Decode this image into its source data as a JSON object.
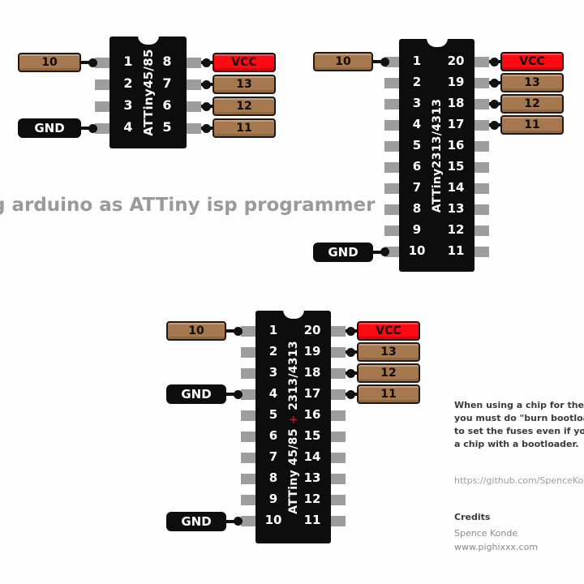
{
  "title": {
    "text": "g arduino as ATTiny isp programmer"
  },
  "colors": {
    "chip_body": "#0d0d0d",
    "pin_leg": "#9d9d9d",
    "connector_tan": "#a6784f",
    "connector_vcc": "#fa0a12",
    "connector_gnd": "#0d0d0d",
    "wire": "#111111",
    "title_text": "#9a9a9a",
    "background": "#fdfdfd"
  },
  "chips": [
    {
      "id": "attiny45-85",
      "label": "ATTiny45/85",
      "label_plus": "",
      "label_suffix": "",
      "pin_count": 8,
      "left_pins": [
        "1",
        "2",
        "3",
        "4"
      ],
      "right_pins": [
        "8",
        "7",
        "6",
        "5"
      ],
      "left_connectors": [
        {
          "pin": "1",
          "label": "10",
          "type": "tan"
        },
        {
          "pin": "4",
          "label": "GND",
          "type": "gnd"
        }
      ],
      "right_connectors": [
        {
          "pin": "8",
          "label": "VCC",
          "type": "vcc"
        },
        {
          "pin": "7",
          "label": "13",
          "type": "tan"
        },
        {
          "pin": "6",
          "label": "12",
          "type": "tan"
        },
        {
          "pin": "5",
          "label": "11",
          "type": "tan"
        }
      ]
    },
    {
      "id": "attiny2313-4313",
      "label": "ATTiny2313/4313",
      "label_plus": "",
      "label_suffix": "",
      "pin_count": 20,
      "left_pins": [
        "1",
        "2",
        "3",
        "4",
        "5",
        "6",
        "7",
        "8",
        "9",
        "10"
      ],
      "right_pins": [
        "20",
        "19",
        "18",
        "17",
        "16",
        "15",
        "14",
        "13",
        "12",
        "11"
      ],
      "left_connectors": [
        {
          "pin": "1",
          "label": "10",
          "type": "tan"
        },
        {
          "pin": "10",
          "label": "GND",
          "type": "gnd"
        }
      ],
      "right_connectors": [
        {
          "pin": "20",
          "label": "VCC",
          "type": "vcc"
        },
        {
          "pin": "19",
          "label": "13",
          "type": "tan"
        },
        {
          "pin": "18",
          "label": "12",
          "type": "tan"
        },
        {
          "pin": "17",
          "label": "11",
          "type": "tan"
        }
      ]
    },
    {
      "id": "attiny-combined",
      "label": "ATTiny 45/85 ",
      "label_plus": "+",
      "label_suffix": " 2313/4313",
      "pin_count": 20,
      "left_pins": [
        "1",
        "2",
        "3",
        "4",
        "5",
        "6",
        "7",
        "8",
        "9",
        "10"
      ],
      "right_pins": [
        "20",
        "19",
        "18",
        "17",
        "16",
        "15",
        "14",
        "13",
        "12",
        "11"
      ],
      "left_connectors": [
        {
          "pin": "1",
          "label": "10",
          "type": "tan"
        },
        {
          "pin": "4",
          "label": "GND",
          "type": "gnd"
        },
        {
          "pin": "10",
          "label": "GND",
          "type": "gnd"
        }
      ],
      "right_connectors": [
        {
          "pin": "20",
          "label": "VCC",
          "type": "vcc"
        },
        {
          "pin": "19",
          "label": "13",
          "type": "tan"
        },
        {
          "pin": "18",
          "label": "12",
          "type": "tan"
        },
        {
          "pin": "17",
          "label": "11",
          "type": "tan"
        }
      ]
    }
  ],
  "note": {
    "line1": "When using a chip for the fi",
    "line2": "you must do \"burn bootload",
    "line3": "to set the fuses even if you a",
    "line4": "a chip with a bootloader."
  },
  "github": {
    "url": "https://github.com/SpenceKor"
  },
  "credits": {
    "heading": "Credits",
    "name": "Spence Konde",
    "site": "www.pighixxx.com"
  }
}
